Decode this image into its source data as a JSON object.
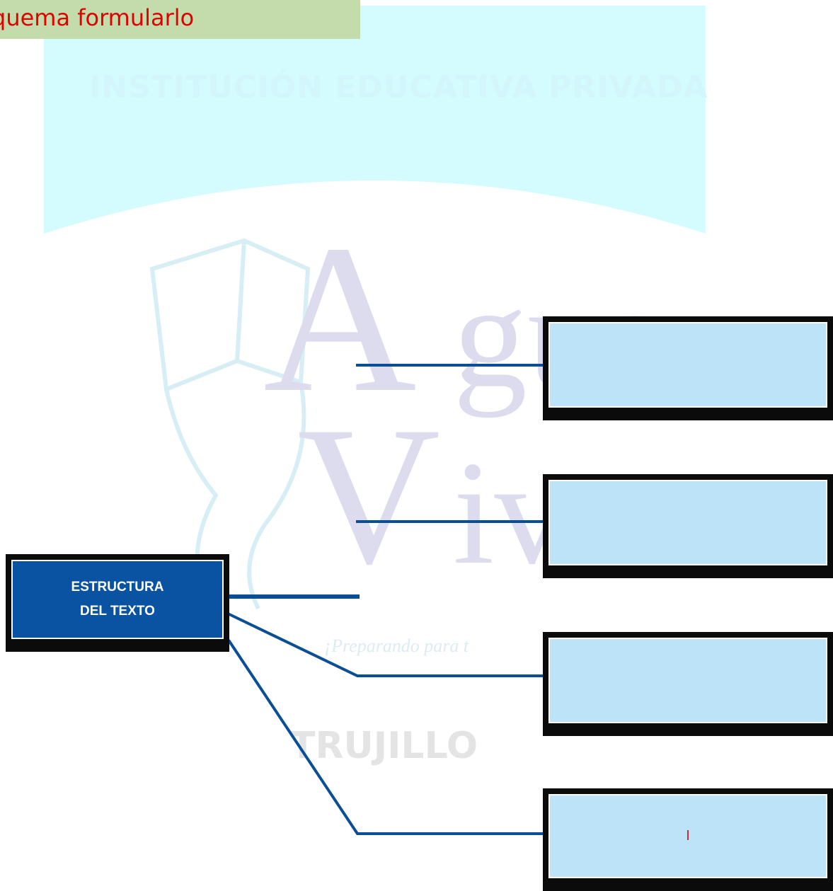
{
  "header": {
    "title": "quema formularlo"
  },
  "watermark": {
    "institution": "INSTITUCIÓN EDUCATIVA PRIVADA",
    "name_line1_a": "A",
    "name_line1_b": "gua",
    "name_line2_a": "V",
    "name_line2_b": "iv",
    "tagline": "¡Preparando para t",
    "city": "TRUJILLO"
  },
  "diagram": {
    "main_box": {
      "label": "ESTRUCTURA\nDEL TEXTO"
    },
    "leaf_boxes": [
      {
        "label": ""
      },
      {
        "label": ""
      },
      {
        "label": ""
      },
      {
        "label": "I"
      }
    ]
  },
  "colors": {
    "header_bg": "#c4dcac",
    "header_text": "#e00000",
    "main_box_fill": "#0a52a2",
    "leaf_box_fill": "#bde3f8",
    "box_frame": "#0b0b0b",
    "connector": "#0a4f96"
  }
}
